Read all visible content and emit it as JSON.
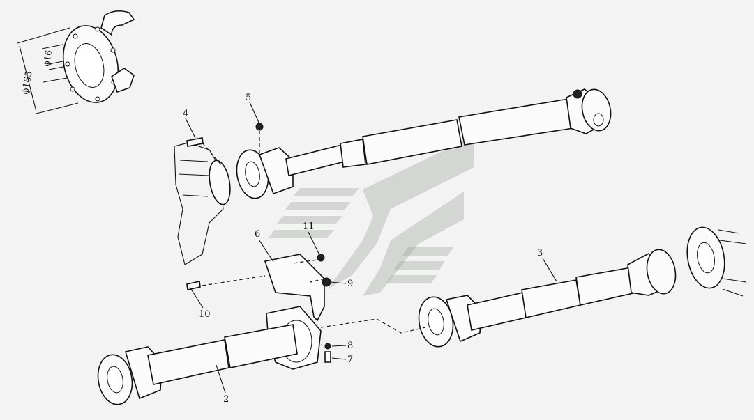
{
  "diagram": {
    "callouts": [
      {
        "id": "4",
        "text": "4"
      },
      {
        "id": "5",
        "text": "5"
      },
      {
        "id": "6",
        "text": "6"
      },
      {
        "id": "11",
        "text": "11"
      },
      {
        "id": "9",
        "text": "9"
      },
      {
        "id": "10",
        "text": "10"
      },
      {
        "id": "8",
        "text": "8"
      },
      {
        "id": "7",
        "text": "7"
      },
      {
        "id": "3",
        "text": "3"
      },
      {
        "id": "2",
        "text": "2"
      }
    ],
    "inset_dimensions": {
      "outer_diameter": "ϕ165",
      "hole_diameter": "ϕ16"
    }
  }
}
